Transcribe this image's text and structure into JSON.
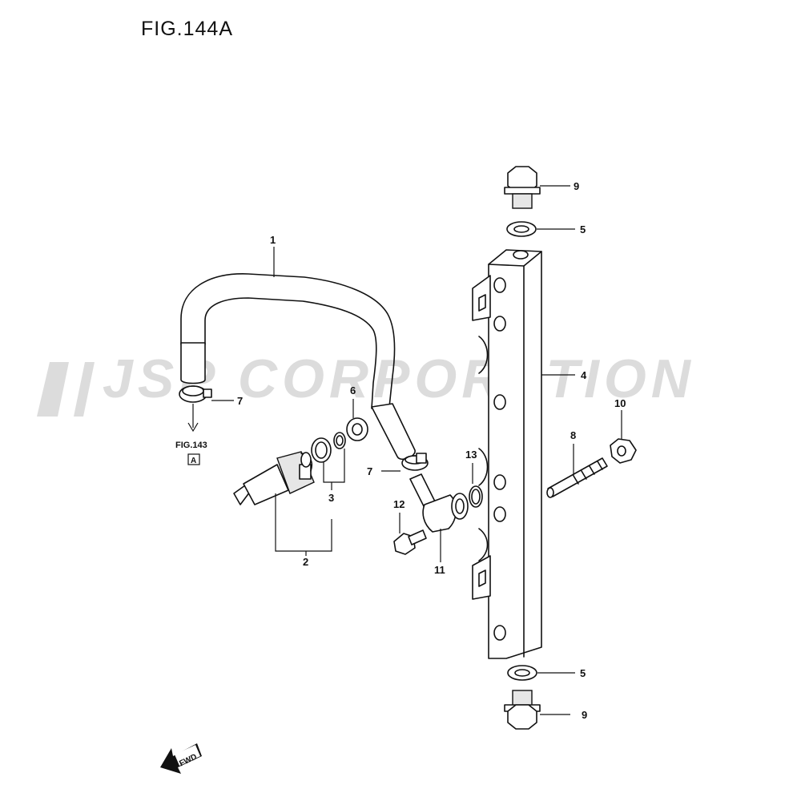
{
  "figure_title": "FIG.144A",
  "watermark": "JSP CORPORATION",
  "reference": {
    "fig": "FIG.143",
    "box": "A"
  },
  "forward_label": "FWD",
  "callouts": {
    "p1": "1",
    "p2": "2",
    "p3": "3",
    "p4": "4",
    "p5_top": "5",
    "p5_bottom": "5",
    "p6": "6",
    "p7_left": "7",
    "p7_mid": "7",
    "p8": "8",
    "p9_top": "9",
    "p9_bottom": "9",
    "p10": "10",
    "p11": "11",
    "p12": "12",
    "p13": "13"
  }
}
